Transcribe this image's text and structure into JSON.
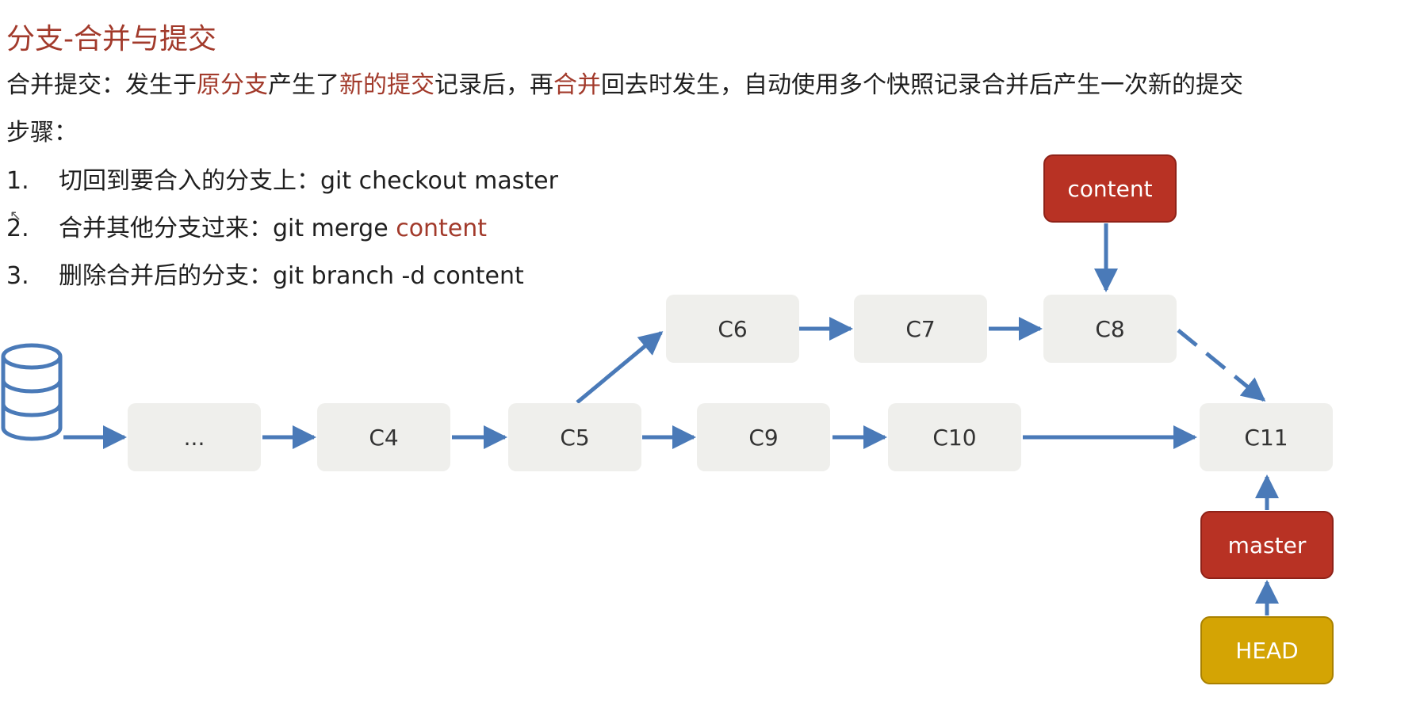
{
  "title": "分支-合并与提交",
  "description": {
    "prefix": "合并提交：发生于",
    "hl1": "原分支",
    "mid1": "产生了",
    "hl2": "新的提交",
    "mid2": "记录后，再",
    "hl3": "合并",
    "suffix": "回去时发生，自动使用多个快照记录合并后产生一次新的提交"
  },
  "steps_label": "步骤：",
  "steps": [
    {
      "num": "1.",
      "text": "切回到要合入的分支上：git checkout master",
      "highlight": ""
    },
    {
      "num": "2.",
      "text": "合并其他分支过来：git merge ",
      "highlight": "content"
    },
    {
      "num": "3.",
      "text": "删除合并后的分支：git branch -d content",
      "highlight": ""
    }
  ],
  "commits": {
    "c_dots": "...",
    "c4": "C4",
    "c5": "C5",
    "c6": "C6",
    "c7": "C7",
    "c8": "C8",
    "c9": "C9",
    "c10": "C10",
    "c11": "C11"
  },
  "branch_labels": {
    "content": "content",
    "master": "master",
    "head": "HEAD"
  },
  "colors": {
    "accent_red": "#a23a2b",
    "branch_red": "#b83224",
    "head_gold": "#d4a404",
    "arrow_blue": "#4a7ab8",
    "node_bg": "#efefec"
  },
  "icons": {
    "repository": "database-icon"
  }
}
